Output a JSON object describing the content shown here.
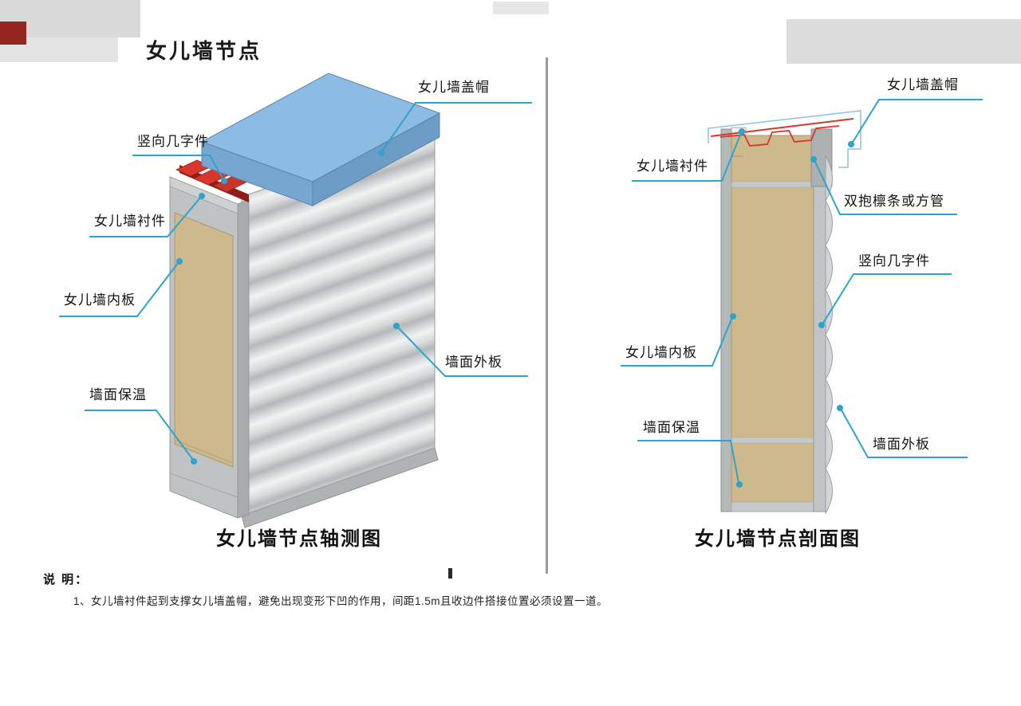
{
  "title": "女儿墙节点",
  "left": {
    "caption": "女儿墙节点轴测图",
    "labels": [
      {
        "text": "女儿墙盖帽"
      },
      {
        "text": "竖向几字件"
      },
      {
        "text": "女儿墙衬件"
      },
      {
        "text": "女儿墙内板"
      },
      {
        "text": "墙面保温"
      },
      {
        "text": "墙面外板"
      }
    ]
  },
  "right": {
    "caption": "女儿墙节点剖面图",
    "labels": [
      {
        "text": "女儿墙盖帽"
      },
      {
        "text": "女儿墙衬件"
      },
      {
        "text": "双抱檩条或方管"
      },
      {
        "text": "竖向几字件"
      },
      {
        "text": "女儿墙内板"
      },
      {
        "text": "墙面保温"
      },
      {
        "text": "墙面外板"
      }
    ]
  },
  "notes": {
    "heading": "说 明：",
    "items": [
      "1、女儿墙衬件起到支撑女儿墙盖帽，避免出现变形下凹的作用，间距1.5m且收边件搭接位置必须设置一道。"
    ]
  },
  "colors": {
    "leader": "#2ea3cc",
    "cap_blue_top": "#8cbbe4",
    "cap_blue_front": "#77a6d1",
    "insulation_tan": "#cdb98c",
    "accent_red": "#d8382c",
    "panel_gray": "#d6d8d9",
    "divider_gray": "#9a9a9a"
  }
}
